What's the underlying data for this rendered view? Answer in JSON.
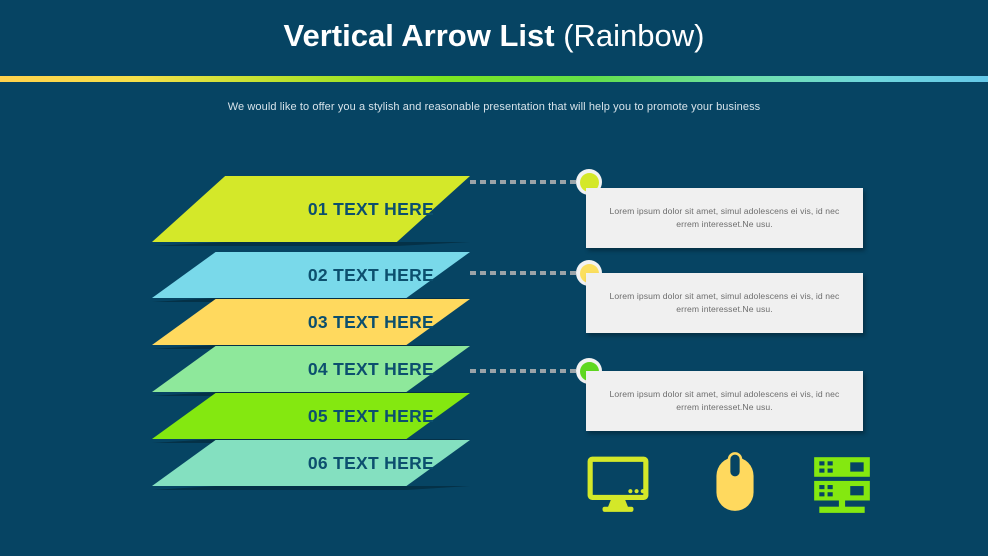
{
  "slide": {
    "background_color": "#064463",
    "title_bold": "Vertical Arrow List ",
    "title_light": "(Rainbow)",
    "subtitle": "We would like to offer you a stylish and reasonable presentation that will help you to promote your business",
    "gradient_bar_colors": [
      "#ffd24d",
      "#bfe22e",
      "#7ce620",
      "#6ee0a8",
      "#64c8e8"
    ],
    "label_text_color": "#0c4f6e"
  },
  "arrows": [
    {
      "label": "01 TEXT HERE",
      "color": "#d4e829",
      "name": "arrow-item-01"
    },
    {
      "label": "02 TEXT HERE",
      "color": "#79d9ea",
      "name": "arrow-item-02"
    },
    {
      "label": "03 TEXT HERE",
      "color": "#ffd95e",
      "name": "arrow-item-03"
    },
    {
      "label": "04 TEXT HERE",
      "color": "#8ee89b",
      "name": "arrow-item-04"
    },
    {
      "label": "05 TEXT HERE",
      "color": "#84e810",
      "name": "arrow-item-05"
    },
    {
      "label": "06 TEXT HERE",
      "color": "#84e0c0",
      "name": "arrow-item-06"
    }
  ],
  "cards": [
    {
      "text": "Lorem ipsum dolor sit amet, simul adolescens ei vis, id nec errem interesset.Ne usu.",
      "bullet_color": "#d4e829",
      "name": "detail-card-1"
    },
    {
      "text": "Lorem ipsum dolor sit amet, simul adolescens ei vis, id nec errem interesset.Ne usu.",
      "bullet_color": "#fbdf5e",
      "name": "detail-card-2"
    },
    {
      "text": "Lorem ipsum dolor sit amet, simul adolescens ei vis, id nec errem interesset.Ne usu.",
      "bullet_color": "#5fd820",
      "name": "detail-card-3"
    }
  ],
  "icons": [
    {
      "name": "monitor-icon",
      "color": "#d4e829"
    },
    {
      "name": "mouse-icon",
      "color": "#ffd95e"
    },
    {
      "name": "server-icon",
      "color": "#84e810"
    }
  ]
}
